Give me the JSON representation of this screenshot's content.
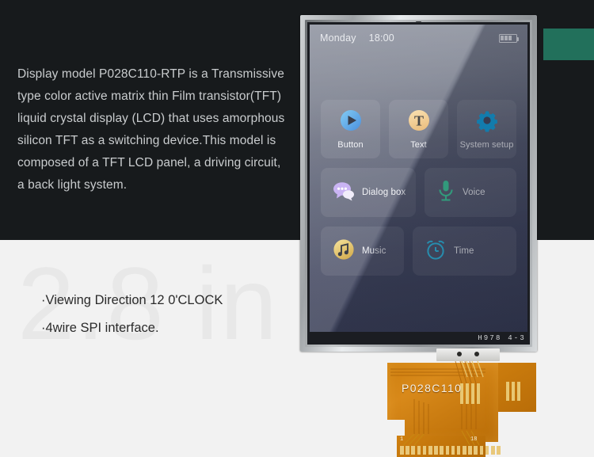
{
  "background": {
    "dark_band_color": "#171a1c",
    "light_band_color": "#f2f2f2"
  },
  "description": {
    "text": "Display model P028C110-RTP is a Transmissive\ntype color active matrix thin Film transistor(TFT)\nliquid crystal display (LCD) that uses amorphous\nsilicon TFT as a switching device.This model is\ncomposed of a TFT LCD panel, a driving circuit,\na back light system."
  },
  "watermark": {
    "text": "2.8 in",
    "color": "#e8e8e8"
  },
  "specs": {
    "lines": [
      "·Viewing Direction 12 0'CLOCK",
      "·4wire SPI interface."
    ]
  },
  "color_swatch": {
    "name": "green-swatch",
    "color": "#22705b"
  },
  "lcd": {
    "statusbar": {
      "day": "Monday",
      "time": "18:00",
      "battery_icon": "battery-icon",
      "battery_cells": 3
    },
    "apps": [
      [
        {
          "label": "Button",
          "icon": "play-circle-icon",
          "icon_color": "#3fa2e8"
        },
        {
          "label": "Text",
          "icon": "text-circle-icon",
          "icon_color": "#f3c885"
        },
        {
          "label": "System setup",
          "icon": "gear-icon",
          "icon_color": "#12a9e8"
        }
      ],
      [
        {
          "label": "Dialog box",
          "icon": "chat-bubble-icon",
          "icon_color": "#c0a7f0"
        },
        {
          "label": "Voice",
          "icon": "microphone-icon",
          "icon_color": "#3fd3a0"
        }
      ],
      [
        {
          "label": "Music",
          "icon": "music-note-circle-icon",
          "icon_color": "#e8c44f"
        },
        {
          "label": "Time",
          "icon": "alarm-clock-icon",
          "icon_color": "#2fc2ea"
        }
      ]
    ],
    "bezel_code": "H978 4-3"
  },
  "flex_cable": {
    "part_label": "P028C110",
    "pin_first": "1",
    "pin_last": "18",
    "color": "#cf8010"
  }
}
